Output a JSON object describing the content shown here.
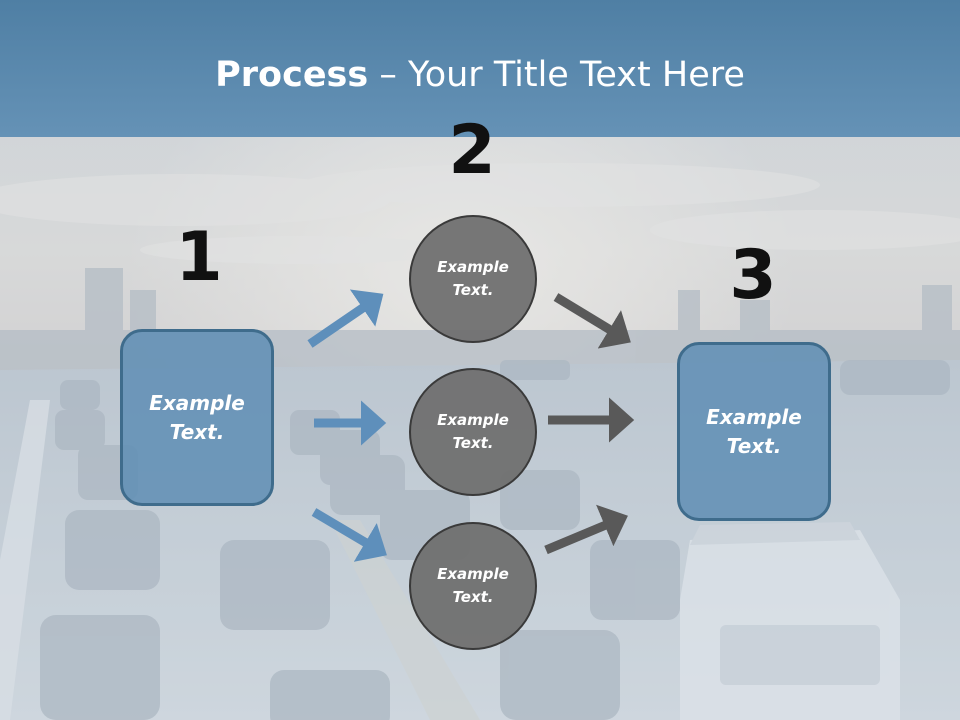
{
  "slide": {
    "title_bold": "Process",
    "title_dash": " – ",
    "title_rest": "Your Title Text Here"
  },
  "steps": {
    "step1": {
      "number": "1",
      "label": "Example Text."
    },
    "step2": {
      "number": "2"
    },
    "step3": {
      "number": "3",
      "label": "Example Text."
    }
  },
  "circles": [
    {
      "label": "Example Text."
    },
    {
      "label": "Example Text."
    },
    {
      "label": "Example Text."
    }
  ],
  "colors": {
    "header": "#5b89ad",
    "box_fill": "#608eb5",
    "circle_fill": "#707070",
    "arrow_blue": "#5e8fbb",
    "arrow_gray": "#595959"
  }
}
